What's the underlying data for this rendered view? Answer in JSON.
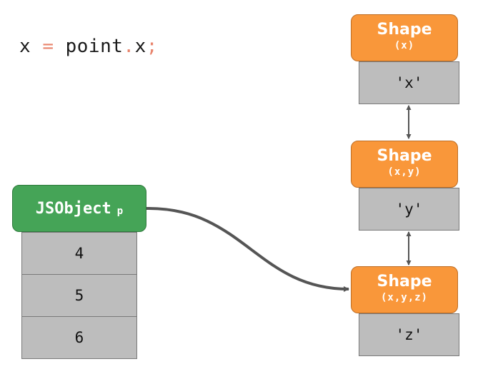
{
  "code": {
    "var": "x",
    "eq": "=",
    "obj": "point",
    "dot": ".",
    "prop": "x",
    "semi": ";"
  },
  "shapes": [
    {
      "title": "Shape",
      "props": "(x)",
      "key": "'x'"
    },
    {
      "title": "Shape",
      "props": "(x,y)",
      "key": "'y'"
    },
    {
      "title": "Shape",
      "props": "(x,y,z)",
      "key": "'z'"
    }
  ],
  "jsobject": {
    "name": "JSObject",
    "sub": "p",
    "values": [
      "4",
      "5",
      "6"
    ]
  },
  "colors": {
    "shape": "#f9973a",
    "jsobject": "#45a457",
    "cell": "#bdbdbd",
    "arrow": "#555555",
    "operator": "#e8836b"
  }
}
